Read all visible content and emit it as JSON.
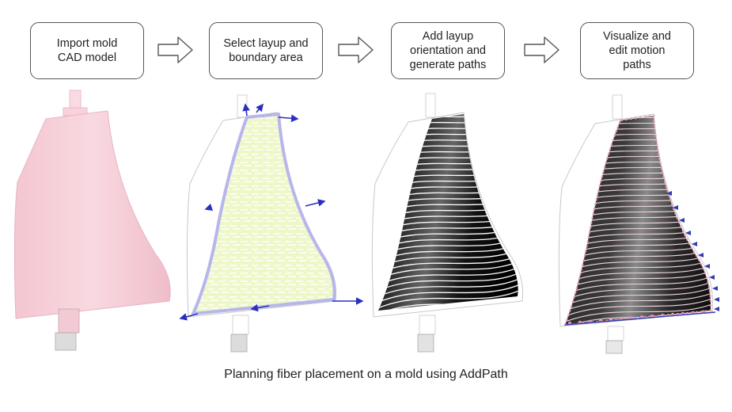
{
  "diagram": {
    "steps": [
      {
        "id": "import",
        "lines": [
          "Import mold",
          "CAD model"
        ]
      },
      {
        "id": "select",
        "lines": [
          "Select layup and",
          "boundary area"
        ]
      },
      {
        "id": "orient",
        "lines": [
          "Add layup",
          "orientation and",
          "generate paths"
        ]
      },
      {
        "id": "visualize",
        "lines": [
          "Visualize and",
          "edit motion",
          "paths"
        ]
      }
    ],
    "caption": "Planning fiber placement on a mold using AddPath",
    "colors": {
      "mold_pink": "#f7cfd9",
      "boundary_green": "#eef7c8",
      "boundary_outline": "#b7b6ec",
      "vector_arrow": "#2b2fbf",
      "path_black": "#111111",
      "edit_marker_pink": "#e89ab6",
      "edit_marker_blue": "#2f3bb0"
    },
    "icons": [
      "arrow-right-icon"
    ]
  }
}
